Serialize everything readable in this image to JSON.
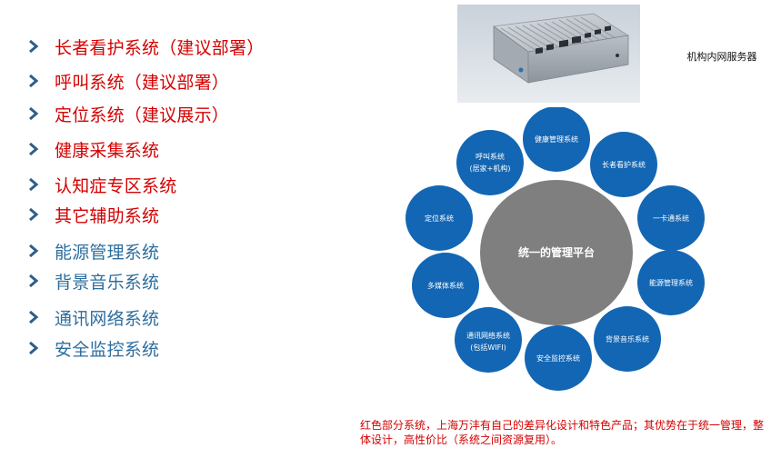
{
  "colors": {
    "red": "#d40000",
    "blue": "#2c6e9e",
    "chevron": "#2f5e8a",
    "satellite": "#1366b3",
    "center": "#7f7f7f",
    "satellite_text": "#ffffff"
  },
  "systems_list": [
    {
      "label": "长者看护系统（建议部署）",
      "color": "red"
    },
    {
      "label": "呼叫系统（建议部署）",
      "color": "red"
    },
    {
      "label": "定位系统（建议展示）",
      "color": "red"
    },
    {
      "label": "健康采集系统",
      "color": "red"
    },
    {
      "label": "认知症专区系统",
      "color": "red"
    },
    {
      "label": "其它辅助系统",
      "color": "red"
    },
    {
      "label": "能源管理系统",
      "color": "blue"
    },
    {
      "label": "背景音乐系统",
      "color": "blue"
    },
    {
      "label": "通讯网络系统",
      "color": "blue"
    },
    {
      "label": "安全监控系统",
      "color": "blue"
    }
  ],
  "server": {
    "label": "机构内网服务器"
  },
  "diagram": {
    "center_label": "统一的管理平台",
    "satellites": [
      {
        "lines": [
          "健康管理系统"
        ]
      },
      {
        "lines": [
          "长者看护系统"
        ]
      },
      {
        "lines": [
          "一卡通系统"
        ]
      },
      {
        "lines": [
          "能源管理系统"
        ]
      },
      {
        "lines": [
          "背景音乐系统"
        ]
      },
      {
        "lines": [
          "安全监控系统"
        ]
      },
      {
        "lines": [
          "通讯网络系统",
          "(包括WIFI)"
        ]
      },
      {
        "lines": [
          "多媒体系统"
        ]
      },
      {
        "lines": [
          "定位系统"
        ]
      },
      {
        "lines": [
          "呼叫系统",
          "(居家+机构)"
        ]
      }
    ]
  },
  "note": "红色部分系统，上海万沣有自己的差异化设计和特色产品；其优势在于统一管理，整体设计，高性价比（系统之间资源复用）。"
}
